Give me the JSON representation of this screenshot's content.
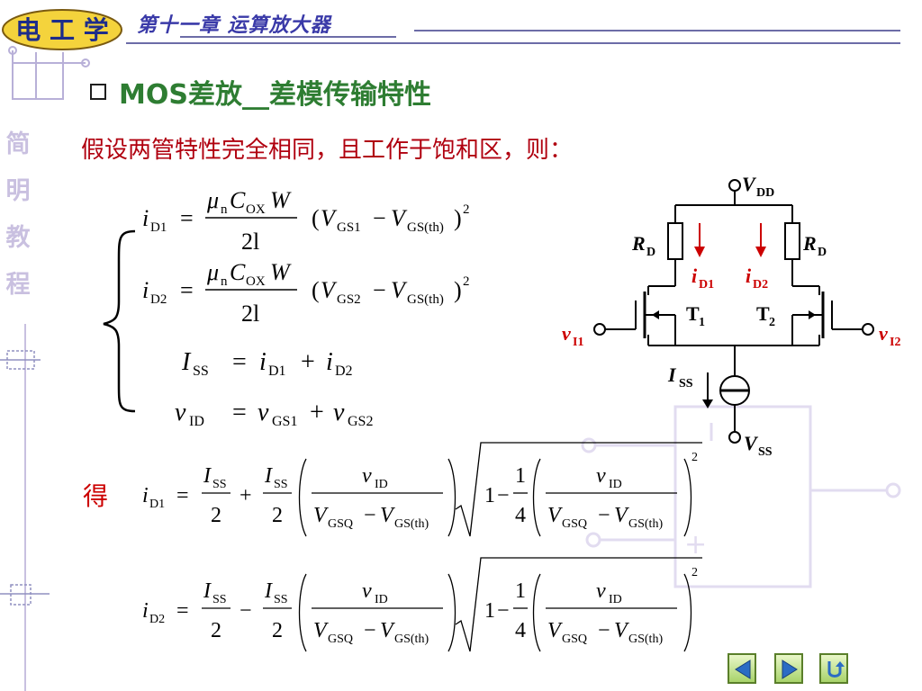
{
  "header": {
    "logo_text": "电 工 学",
    "chapter_title": "第十一章  运算放大器"
  },
  "sidebar": {
    "title_chars": [
      "简",
      "明",
      "教",
      "程"
    ]
  },
  "section": {
    "title": "MOS差放__差模传输特性",
    "intro": "假设两管特性完全相同，且工作于饱和区，则：",
    "result_label": "得"
  },
  "equations": {
    "iD1_lhs": "i",
    "iD1_sub": "D1",
    "iD2_lhs": "i",
    "iD2_sub": "D2",
    "coef_num_mu": "μ",
    "coef_num_mu_sub": "n",
    "coef_num_C": "C",
    "coef_num_C_sub": "OX",
    "coef_num_W": "W",
    "coef_den": "2l",
    "vgs1": "GS1",
    "vgs2": "GS2",
    "vgsth": "GS(th)",
    "iss_eq": "I",
    "iss_sub": "SS",
    "vid_eq": "v",
    "vid_sub": "ID"
  },
  "circuit": {
    "vdd": "V",
    "vdd_sub": "DD",
    "rd_left": "R",
    "rd_left_sub": "D",
    "rd_right": "R",
    "rd_right_sub": "D",
    "id1": "i",
    "id1_sub": "D1",
    "id2": "i",
    "id2_sub": "D2",
    "t1": "T",
    "t1_sub": "1",
    "t2": "T",
    "t2_sub": "2",
    "vi1": "v",
    "vi1_sub": "I1",
    "vi2": "v",
    "vi2_sub": "I2",
    "iss": "I",
    "iss_sub": "SS",
    "vss": "V",
    "vss_sub": "SS"
  },
  "nav": {
    "prev_icon": "left-arrow-icon",
    "next_icon": "right-arrow-icon",
    "return_icon": "return-icon"
  },
  "colors": {
    "heading": "#2e7d32",
    "intro": "#b0000f",
    "accent_red": "#cc0000",
    "circuit_label_red": "#cc0000",
    "chapter": "#3a3aa8"
  }
}
